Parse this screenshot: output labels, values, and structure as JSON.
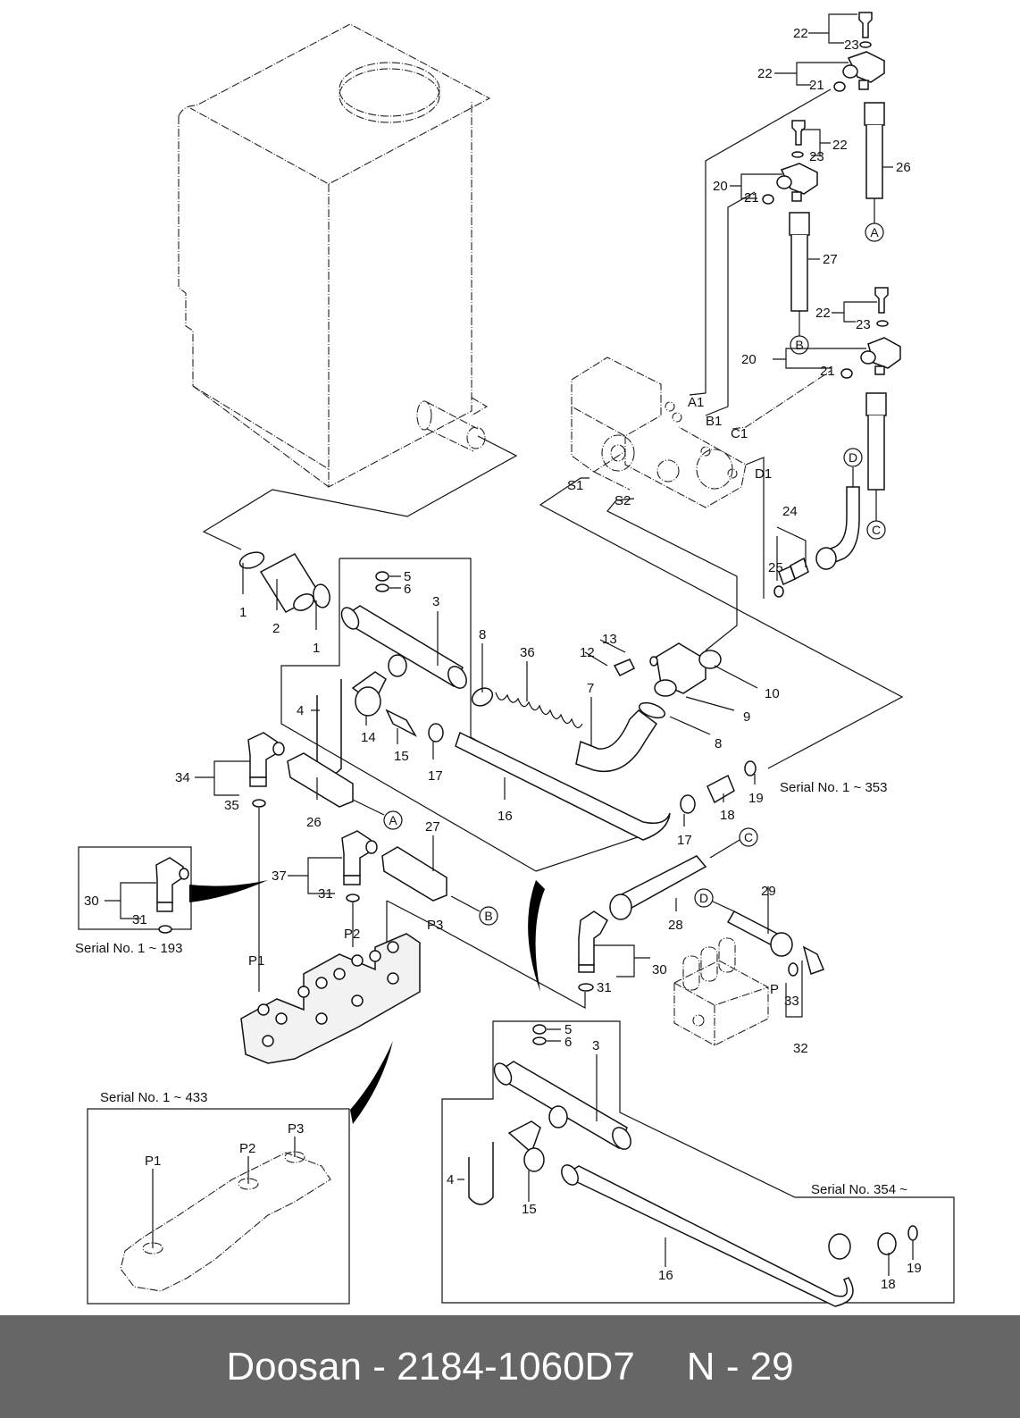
{
  "footer": {
    "brand": "Doosan",
    "separator": "-",
    "part_number": "2184-1060D7",
    "page_prefix": "N",
    "page_separator": "-",
    "page_number": "29",
    "background_color": "#666666",
    "text_color": "#ffffff"
  },
  "diagram": {
    "title": "Hydraulic tank / pump / control valve piping (exploded parts diagram)",
    "serial_notes": {
      "s193": "Serial No. 1 ~ 193",
      "s353": "Serial No. 1 ~ 353",
      "s354": "Serial No. 354 ~",
      "s433": "Serial No. 1 ~ 433"
    },
    "port_labels": {
      "A1": "A1",
      "B1": "B1",
      "C1": "C1",
      "D1": "D1",
      "S1": "S1",
      "S2": "S2",
      "P": "P",
      "P1": "P1",
      "P2": "P2",
      "P3": "P3"
    },
    "connector_refs": {
      "A": "A",
      "B": "B",
      "C": "C",
      "D": "D"
    },
    "callouts": {
      "n1": "1",
      "n2": "2",
      "n3": "3",
      "n4": "4",
      "n5": "5",
      "n6": "6",
      "n7": "7",
      "n8": "8",
      "n9": "9",
      "n10": "10",
      "n12": "12",
      "n13": "13",
      "n14": "14",
      "n15": "15",
      "n16": "16",
      "n17": "17",
      "n18": "18",
      "n19": "19",
      "n20": "20",
      "n21": "21",
      "n22": "22",
      "n23": "23",
      "n24": "24",
      "n25": "25",
      "n26": "26",
      "n27": "27",
      "n28": "28",
      "n29": "29",
      "n30": "30",
      "n31": "31",
      "n32": "32",
      "n33": "33",
      "n34": "34",
      "n35": "35",
      "n36": "36",
      "n37": "37"
    }
  }
}
